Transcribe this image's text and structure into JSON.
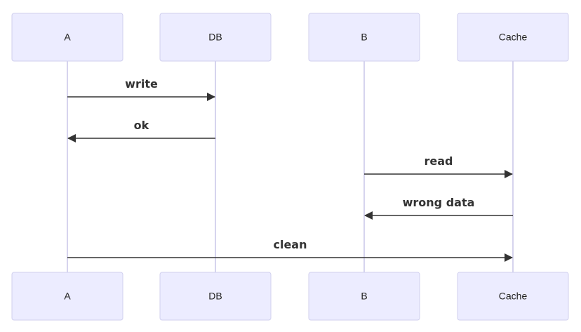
{
  "participants": [
    {
      "id": "A",
      "label": "A"
    },
    {
      "id": "DB",
      "label": "DB"
    },
    {
      "id": "B",
      "label": "B"
    },
    {
      "id": "Cache",
      "label": "Cache"
    }
  ],
  "messages": [
    {
      "from": "A",
      "to": "DB",
      "label": "write"
    },
    {
      "from": "DB",
      "to": "A",
      "label": "ok"
    },
    {
      "from": "B",
      "to": "Cache",
      "label": "read"
    },
    {
      "from": "Cache",
      "to": "B",
      "label": "wrong data"
    },
    {
      "from": "A",
      "to": "Cache",
      "label": "clean"
    }
  ],
  "colors": {
    "actor_fill": "#ececff",
    "actor_border": "#d0cfee",
    "lifeline": "#d6d4ee",
    "arrow": "#333333"
  }
}
